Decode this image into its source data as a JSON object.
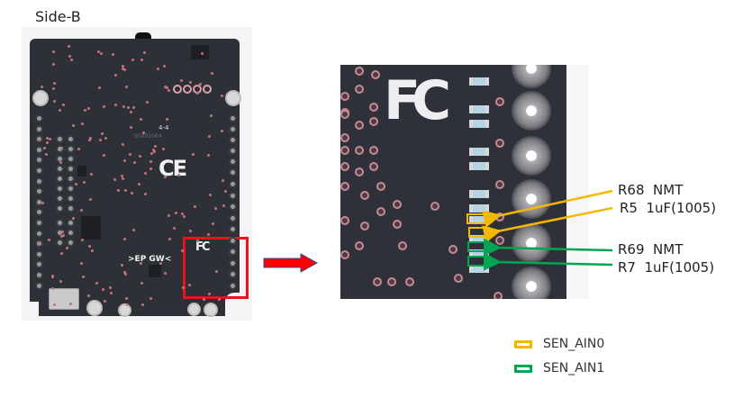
{
  "title": "Side-B",
  "board": {
    "markings": {
      "ce": "CE",
      "fcc": "FC",
      "brand": ">EP GW<",
      "rev": "4-4",
      "serial": "00001064"
    }
  },
  "zoom": {
    "fcc": "FC"
  },
  "callouts": [
    {
      "text": "R68  NMT",
      "group": "SEN_AIN0"
    },
    {
      "text": "R5  1uF(1005)",
      "group": "SEN_AIN0"
    },
    {
      "text": "R69  NMT",
      "group": "SEN_AIN1"
    },
    {
      "text": "R7  1uF(1005)",
      "group": "SEN_AIN1"
    }
  ],
  "legend": [
    {
      "label": "SEN_AIN0",
      "color": "#f5b800"
    },
    {
      "label": "SEN_AIN1",
      "color": "#00a651"
    }
  ],
  "colors": {
    "highlight_box": "#e8141c",
    "arrow_fill": "#ff0000",
    "arrow_stroke": "#2f4f9a",
    "ain0": "#f5b800",
    "ain1": "#00a651"
  }
}
